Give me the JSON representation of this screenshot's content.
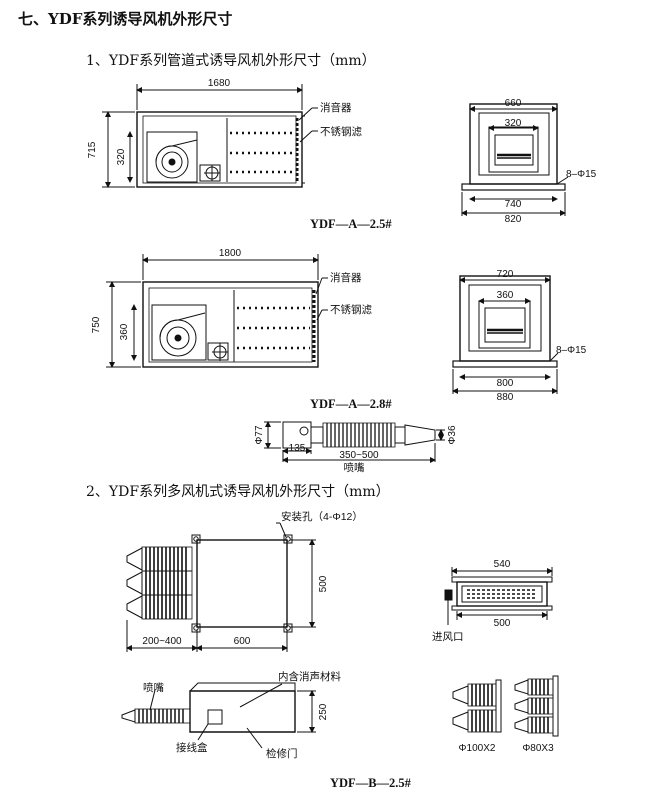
{
  "section_title": "七、YDF系列诱导风机外形尺寸",
  "part1_title": "1、YDF系列管道式诱导风机外形尺寸（mm）",
  "part2_title": "2、YDF系列多风机式诱导风机外形尺寸（mm）",
  "unit_a25": {
    "model": "YDF—A—2.5#",
    "len_total": "1680",
    "height_total": "715",
    "height_inner": "320",
    "silencer_label": "消音器",
    "filter_label": "不锈钢滤",
    "front_width_top": "660",
    "front_width_inner": "320",
    "front_bolt": "8–Φ15",
    "front_base_inner": "740",
    "front_base_outer": "820"
  },
  "unit_a28": {
    "model": "YDF—A—2.8#",
    "len_total": "1800",
    "height_total": "750",
    "height_inner": "360",
    "silencer_label": "消音器",
    "filter_label": "不锈钢滤",
    "front_width_top": "720",
    "front_width_inner": "360",
    "front_bolt": "8–Φ15",
    "front_base_inner": "800",
    "front_base_outer": "880"
  },
  "nozzle": {
    "dia_left": "Φ77",
    "dia_right": "Φ36",
    "len_short": "135",
    "len_range": "350~500",
    "label": "喷嘴"
  },
  "unit_b": {
    "model": "YDF—B—2.5#",
    "mount_holes": "安装孔（4-Φ12）",
    "height": "500",
    "len_left": "200~400",
    "len_right": "600",
    "top_width": "540",
    "bottom_width": "500",
    "inlet_label": "进风口",
    "nozzle_label": "喷嘴",
    "liner_label": "内含消声材料",
    "side_height": "250",
    "junction_label": "接线盒",
    "access_label": "检修门",
    "nozzle_small": "Φ100X2",
    "nozzle_large": "Φ80X3"
  }
}
